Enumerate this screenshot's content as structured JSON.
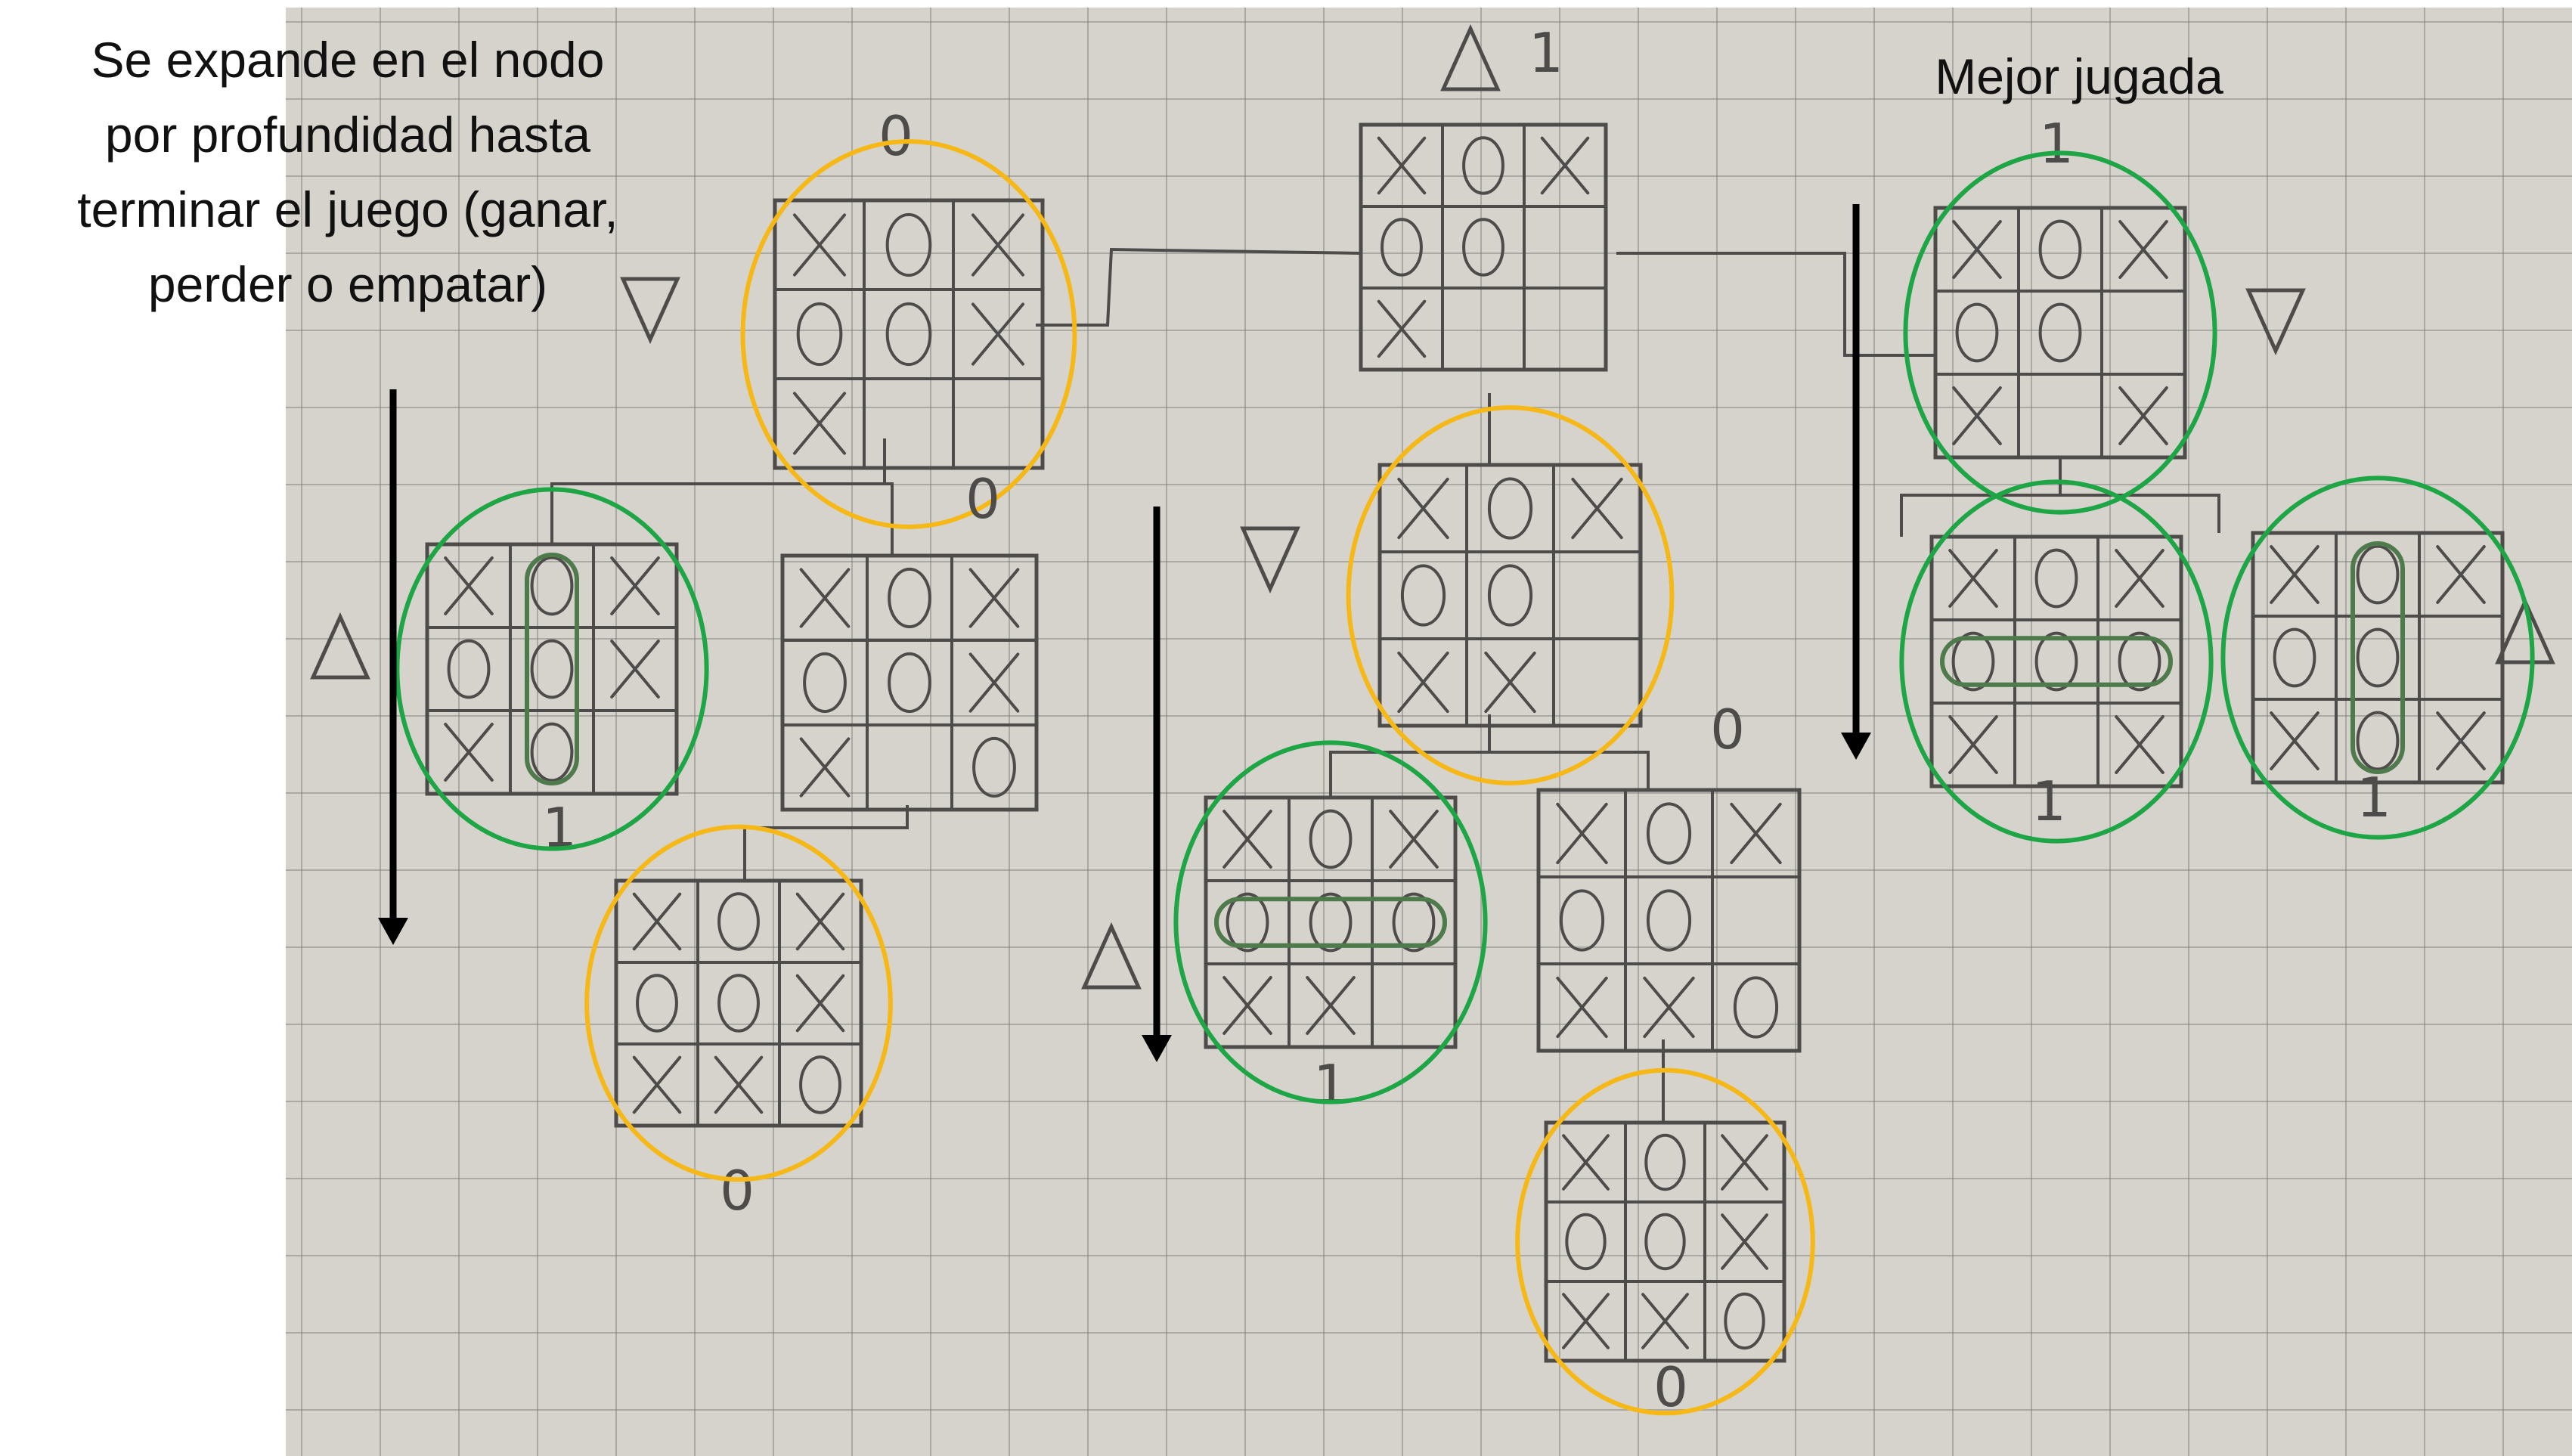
{
  "captions": {
    "expand_lines": [
      "Se expande en el nodo",
      "por profundidad hasta",
      "terminar el juego (ganar,",
      "perder o empatar)"
    ],
    "best_move": "Mejor jugada"
  },
  "colors": {
    "explored_node": "#f5b817",
    "winning_node": "#1ea545",
    "arrow": "#000000",
    "pencil": "#4d4c4a",
    "paper": "#d6d3cc"
  },
  "legend": {
    "max_symbol": "triangle-up-icon",
    "min_symbol": "triangle-down-icon"
  },
  "nodes": [
    {
      "id": "root",
      "board": [
        "X",
        "O",
        "X",
        "O",
        "O",
        "",
        "X",
        "",
        ""
      ],
      "label": "1",
      "player": "max"
    },
    {
      "id": "L1",
      "board": [
        "X",
        "O",
        "X",
        "O",
        "O",
        "X",
        "X",
        "",
        ""
      ],
      "label": "0",
      "player": "min",
      "circle": "explored"
    },
    {
      "id": "L1a",
      "board": [
        "X",
        "O",
        "X",
        "O",
        "O",
        "X",
        "X",
        "O",
        ""
      ],
      "label": "1",
      "player": "max",
      "circle": "winning",
      "win_line": "col2"
    },
    {
      "id": "L1b",
      "board": [
        "X",
        "O",
        "X",
        "O",
        "O",
        "X",
        "X",
        "",
        "O"
      ],
      "label": "0"
    },
    {
      "id": "L1b1",
      "board": [
        "X",
        "O",
        "X",
        "O",
        "O",
        "X",
        "X",
        "X",
        "O"
      ],
      "label": "0",
      "circle": "explored"
    },
    {
      "id": "M1",
      "board": [
        "X",
        "O",
        "X",
        "O",
        "O",
        "",
        "X",
        "X",
        ""
      ],
      "label": "",
      "player": "min",
      "circle": "explored"
    },
    {
      "id": "M1a",
      "board": [
        "X",
        "O",
        "X",
        "O",
        "O",
        "O",
        "X",
        "X",
        ""
      ],
      "label": "1",
      "player": "max",
      "circle": "winning",
      "win_line": "row2"
    },
    {
      "id": "M1b",
      "board": [
        "X",
        "O",
        "X",
        "O",
        "O",
        "",
        "X",
        "X",
        "O"
      ],
      "label": "0"
    },
    {
      "id": "M1b1",
      "board": [
        "X",
        "O",
        "X",
        "O",
        "O",
        "X",
        "X",
        "X",
        "O"
      ],
      "label": "0",
      "circle": "explored"
    },
    {
      "id": "R1",
      "board": [
        "X",
        "O",
        "X",
        "O",
        "O",
        "",
        "X",
        "",
        "X"
      ],
      "label": "1",
      "player": "min",
      "circle": "winning"
    },
    {
      "id": "R1a",
      "board": [
        "X",
        "O",
        "X",
        "O",
        "O",
        "O",
        "X",
        "",
        "X"
      ],
      "label": "1",
      "circle": "winning",
      "win_line": "row2"
    },
    {
      "id": "R1b",
      "board": [
        "X",
        "O",
        "X",
        "O",
        "O",
        "",
        "X",
        "O",
        "X"
      ],
      "label": "1",
      "player": "max",
      "circle": "winning",
      "win_line": "col2"
    }
  ]
}
